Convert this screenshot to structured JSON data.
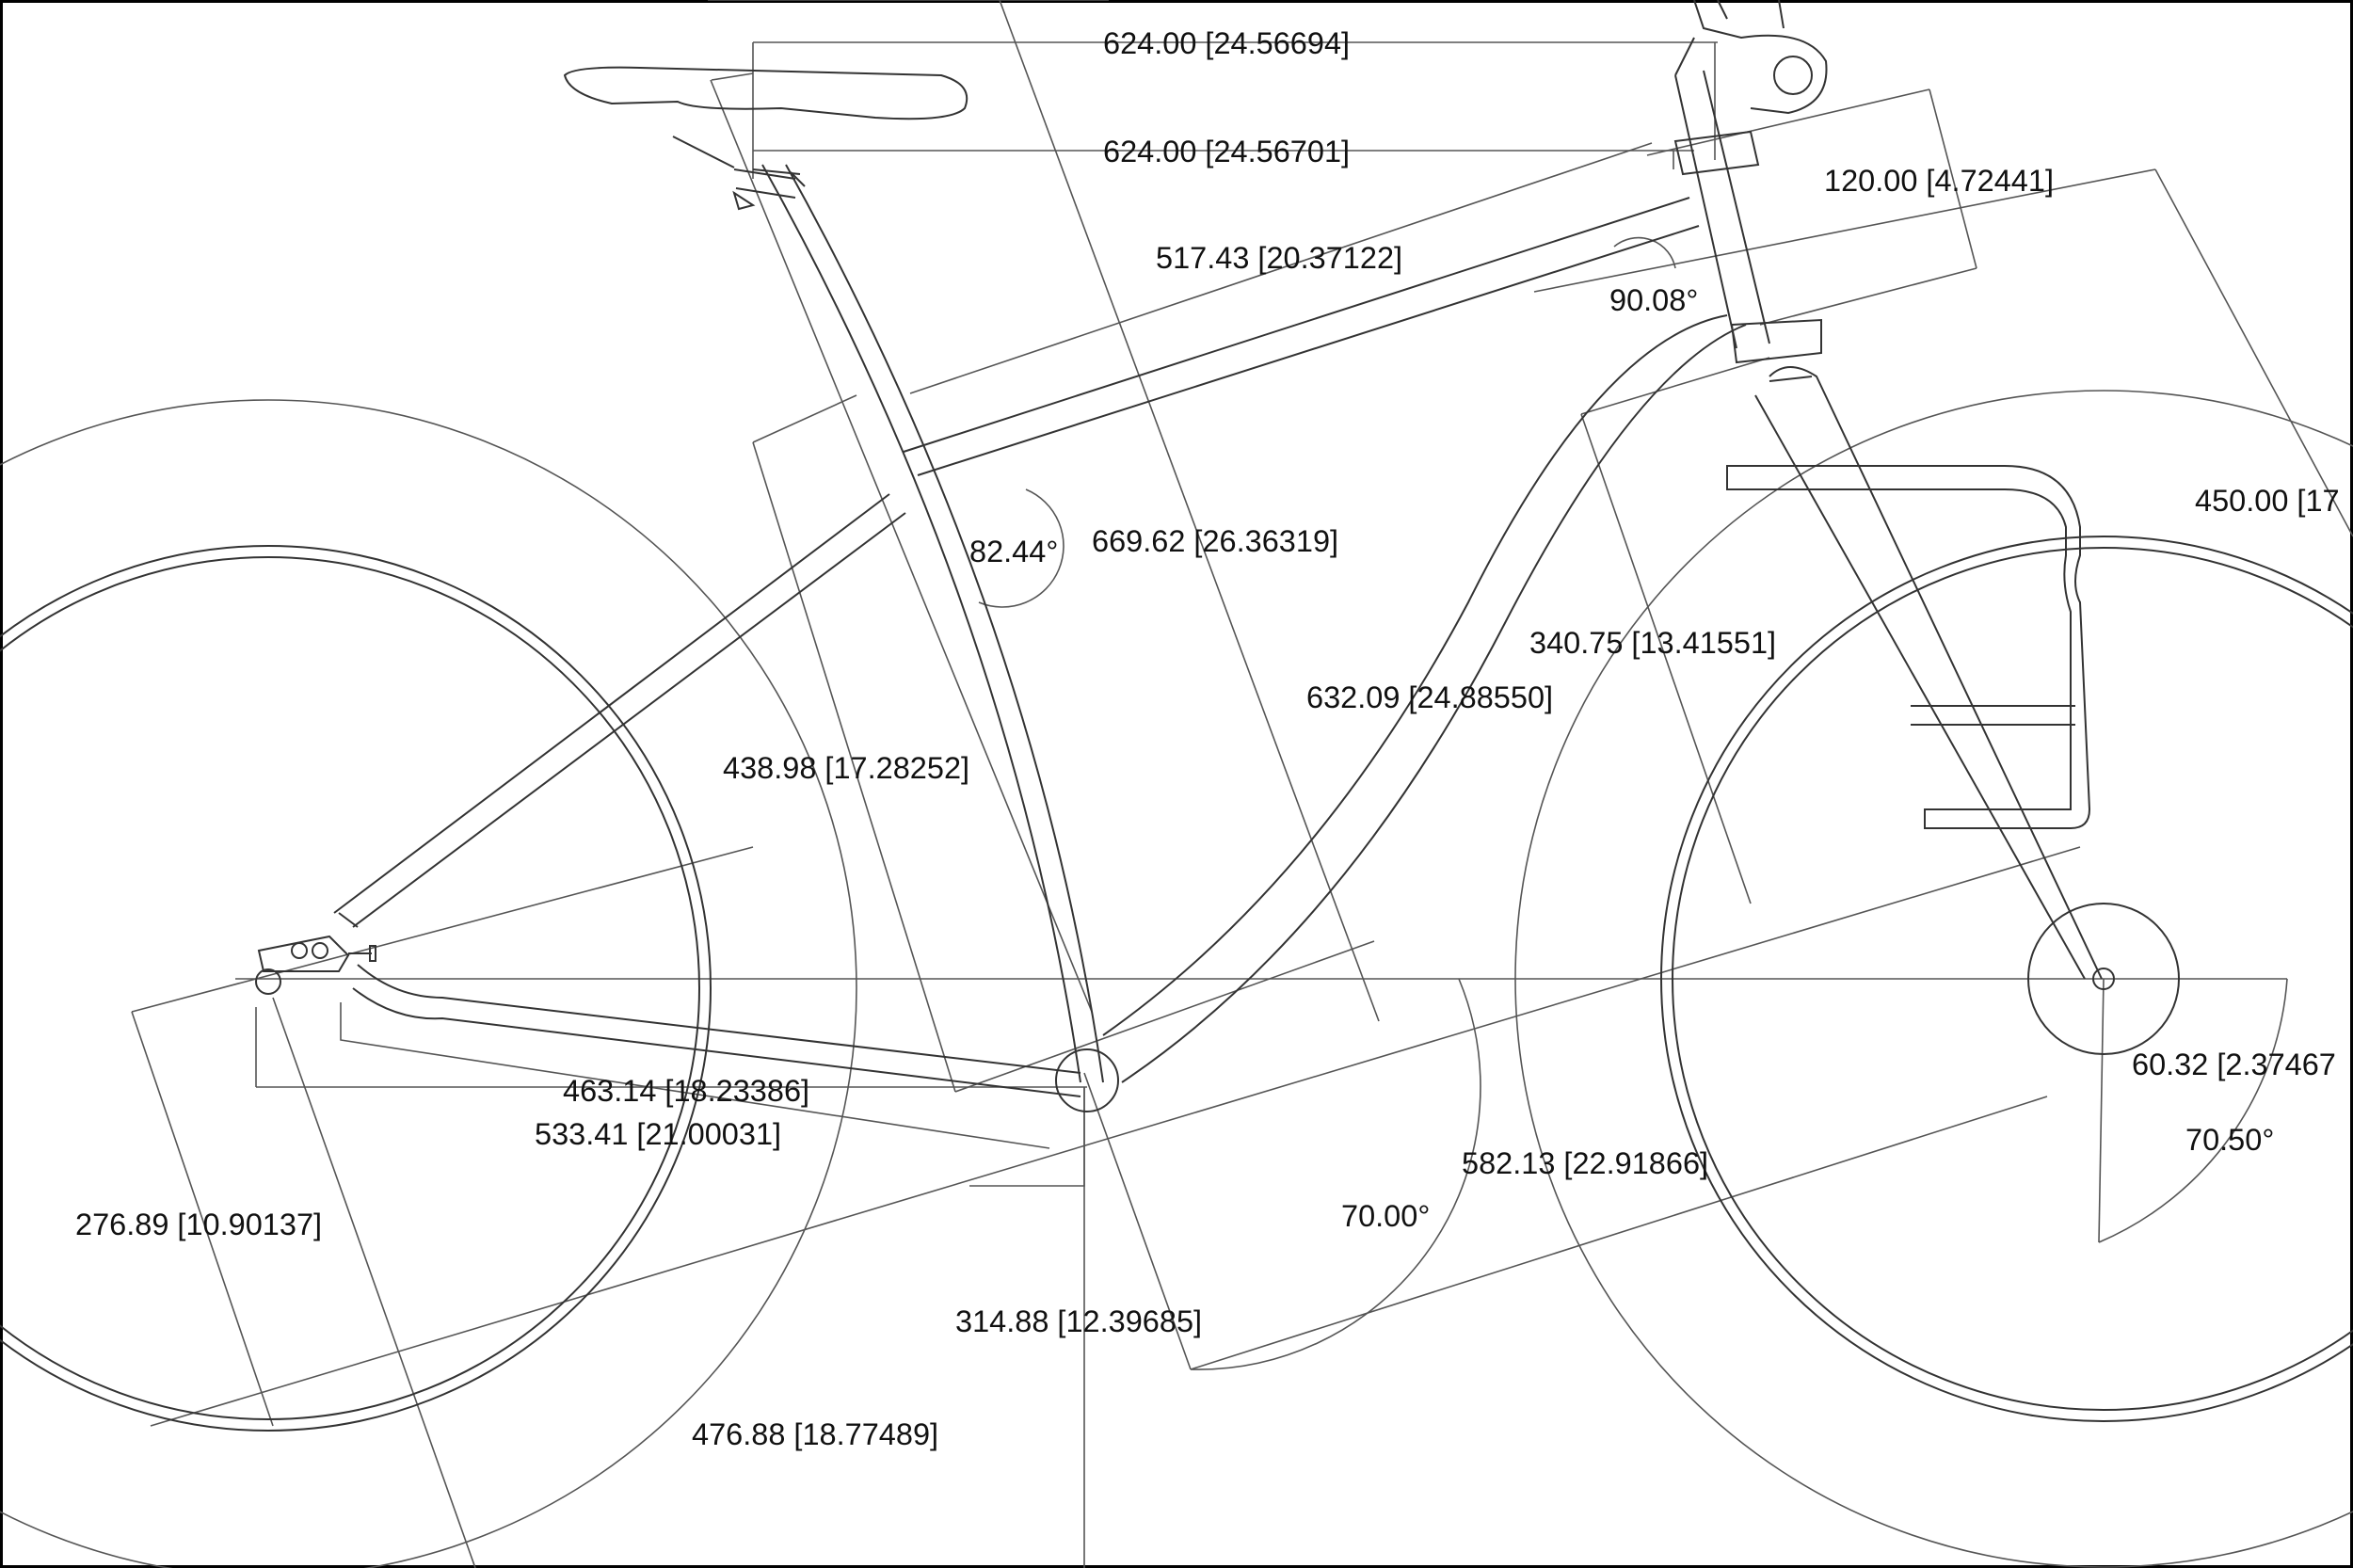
{
  "dimensions": {
    "d1": "624.00 [24.56694]",
    "d2": "624.00 [24.56701]",
    "d3": "120.00 [4.72441]",
    "d4": "517.43 [20.37122]",
    "d5": "90.08°",
    "d6": "450.00 [17",
    "d7": "82.44°",
    "d8": "669.62 [26.36319]",
    "d9": "340.75 [13.41551]",
    "d10": "632.09 [24.88550]",
    "d11": "438.98 [17.28252]",
    "d12": "463.14 [18.23386]",
    "d13": "533.41 [21.00031]",
    "d14": "60.32 [2.37467",
    "d15": "70.50°",
    "d16": "582.13 [22.91866]",
    "d17": "276.89 [10.90137]",
    "d18": "70.00°",
    "d19": "314.88 [12.39685]",
    "d20": "476.88 [18.77489]"
  }
}
